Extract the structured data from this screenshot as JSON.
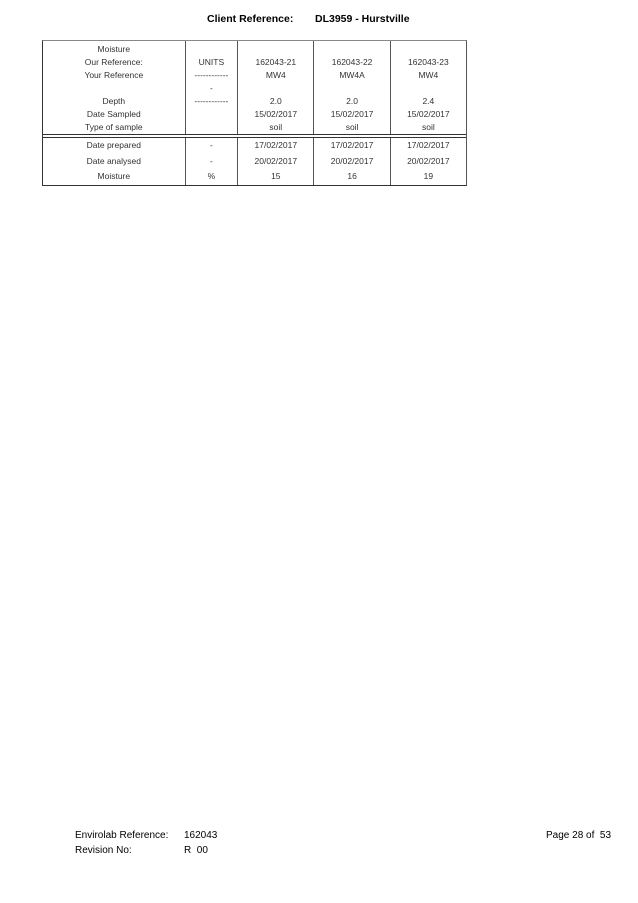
{
  "header": {
    "client_reference_label": "Client Reference:",
    "client_reference_value": "DL3959 - Hurstville"
  },
  "table": {
    "section_title": "Moisture",
    "header_labels": [
      "Our Reference:",
      "Your Reference",
      "-",
      "Depth",
      "Date Sampled",
      "Type of sample"
    ],
    "units_header": [
      "UNITS",
      "------------",
      "-",
      "------------",
      "",
      ""
    ],
    "samples": [
      {
        "our_ref": "162043-21",
        "your_ref": "MW4",
        "depth": "2.0",
        "date_sampled": "15/02/2017",
        "type": "soil"
      },
      {
        "our_ref": "162043-22",
        "your_ref": "MW4A",
        "depth": "2.0",
        "date_sampled": "15/02/2017",
        "type": "soil"
      },
      {
        "our_ref": "162043-23",
        "your_ref": "MW4",
        "depth": "2.4",
        "date_sampled": "15/02/2017",
        "type": "soil"
      }
    ],
    "rows": [
      {
        "label": "Date prepared",
        "unit": "-",
        "values": [
          "17/02/2017",
          "17/02/2017",
          "17/02/2017"
        ]
      },
      {
        "label": "Date analysed",
        "unit": "-",
        "values": [
          "20/02/2017",
          "20/02/2017",
          "20/02/2017"
        ]
      },
      {
        "label": "Moisture",
        "unit": "%",
        "values": [
          "15",
          "16",
          "19"
        ]
      }
    ]
  },
  "footer": {
    "envirolab_reference_label": "Envirolab Reference:",
    "envirolab_reference_value": "162043",
    "revision_label": "Revision No:",
    "revision_value": "R  00",
    "page_label": "Page 28 of  53"
  }
}
